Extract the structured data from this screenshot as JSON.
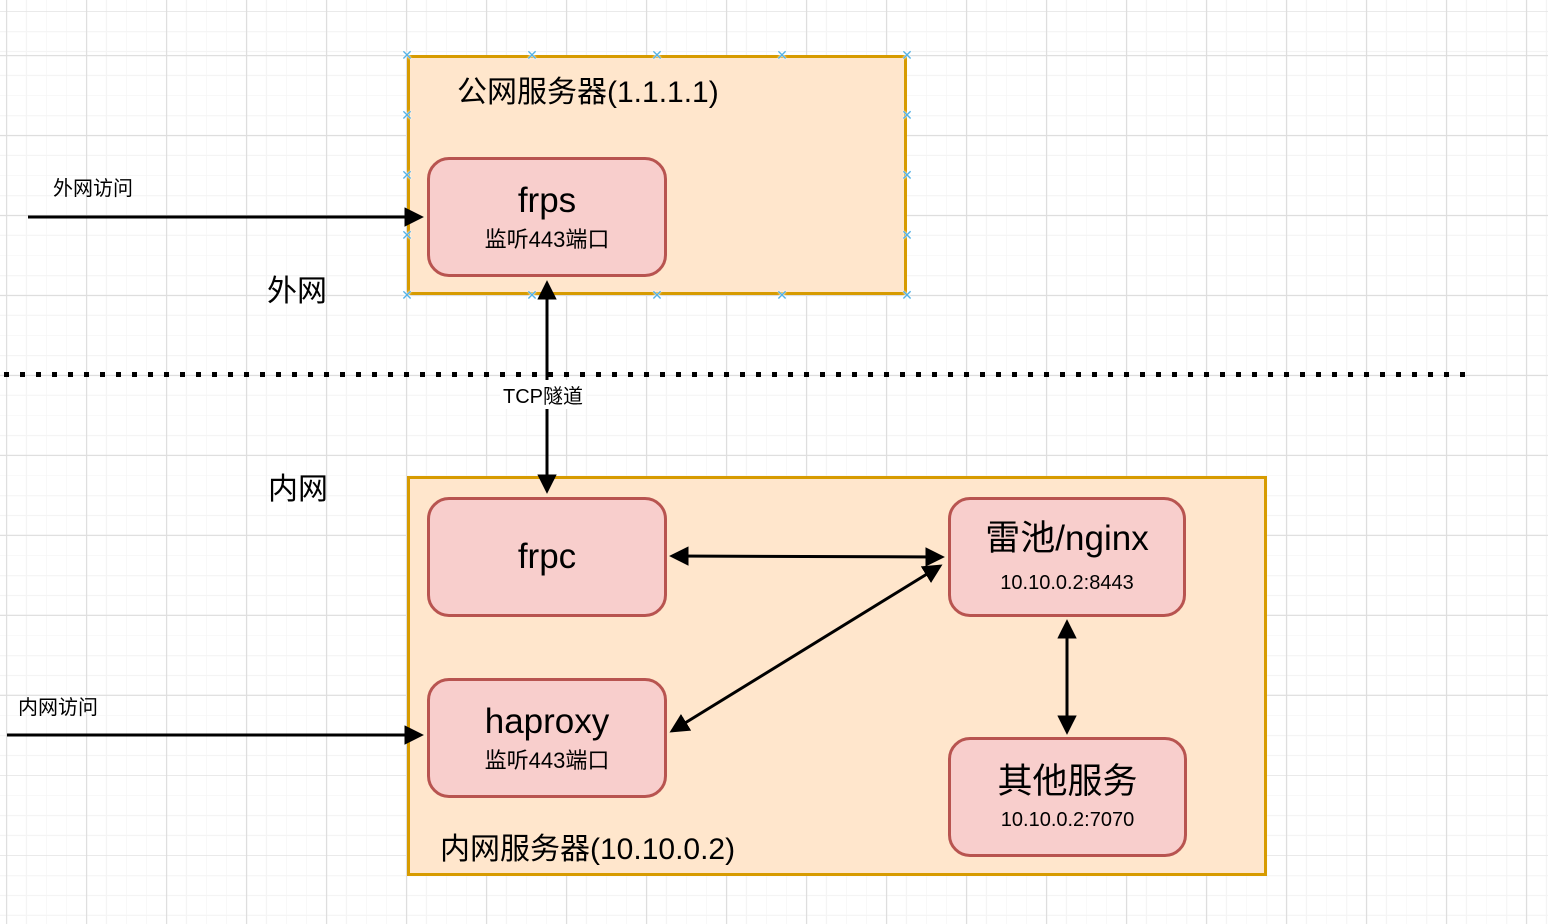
{
  "diagram": {
    "containers": {
      "public_server": {
        "title": "公网服务器(1.1.1.1)"
      },
      "internal_server": {
        "title": "内网服务器(10.10.0.2)"
      }
    },
    "zones": {
      "external": "外网",
      "internal": "内网"
    },
    "nodes": {
      "frps": {
        "label": "frps",
        "sublabel": "监听443端口"
      },
      "frpc": {
        "label": "frpc"
      },
      "haproxy": {
        "label": "haproxy",
        "sublabel": "监听443端口"
      },
      "safeline_nginx": {
        "label": "雷池/nginx",
        "sublabel": "10.10.0.2:8443"
      },
      "other_service": {
        "label": "其他服务",
        "sublabel": "10.10.0.2:7070"
      }
    },
    "edge_labels": {
      "external_access": "外网访问",
      "internal_access": "内网访问",
      "tcp_tunnel": "TCP隧道"
    },
    "edges": [
      {
        "from": "外网访问",
        "to": "frps",
        "bidirectional": false,
        "label": "外网访问"
      },
      {
        "from": "frps",
        "to": "frpc",
        "bidirectional": true,
        "label": "TCP隧道"
      },
      {
        "from": "frpc",
        "to": "雷池/nginx",
        "bidirectional": true,
        "label": ""
      },
      {
        "from": "haproxy",
        "to": "雷池/nginx",
        "bidirectional": true,
        "label": ""
      },
      {
        "from": "雷池/nginx",
        "to": "其他服务",
        "bidirectional": true,
        "label": ""
      },
      {
        "from": "内网访问",
        "to": "haproxy",
        "bidirectional": false,
        "label": "内网访问"
      }
    ],
    "colors": {
      "container_fill": "#ffe6cc",
      "container_stroke": "#d79b00",
      "node_fill": "#f8cecc",
      "node_stroke": "#b85450",
      "selection_handle": "#55b2e6",
      "arrow": "#000000",
      "handle_glyph": "✕"
    }
  }
}
